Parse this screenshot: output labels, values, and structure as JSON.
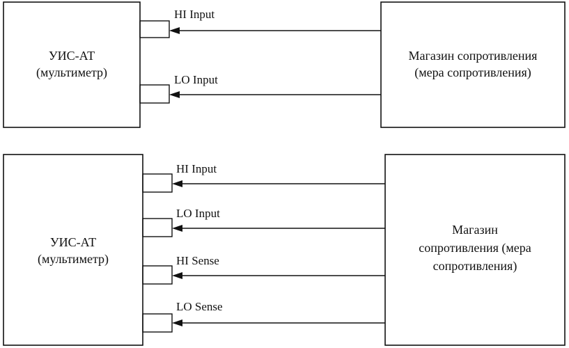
{
  "diagrams": [
    {
      "id": "two-wire",
      "multimeter": {
        "line1": "УИС-АТ",
        "line2": "(мультиметр)"
      },
      "resistor_box": {
        "lines": [
          "Магазин сопротивления",
          "(мера сопротивления)"
        ]
      },
      "connections": [
        {
          "label": "HI Input"
        },
        {
          "label": "LO Input"
        }
      ]
    },
    {
      "id": "four-wire",
      "multimeter": {
        "line1": "УИС-АТ",
        "line2": "(мультиметр)"
      },
      "resistor_box": {
        "lines": [
          "Магазин",
          "сопротивления (мера",
          "сопротивления)"
        ]
      },
      "connections": [
        {
          "label": "HI Input"
        },
        {
          "label": "LO Input"
        },
        {
          "label": "HI Sense"
        },
        {
          "label": "LO Sense"
        }
      ]
    }
  ],
  "colors": {
    "line": "#111111",
    "background": "#ffffff"
  }
}
